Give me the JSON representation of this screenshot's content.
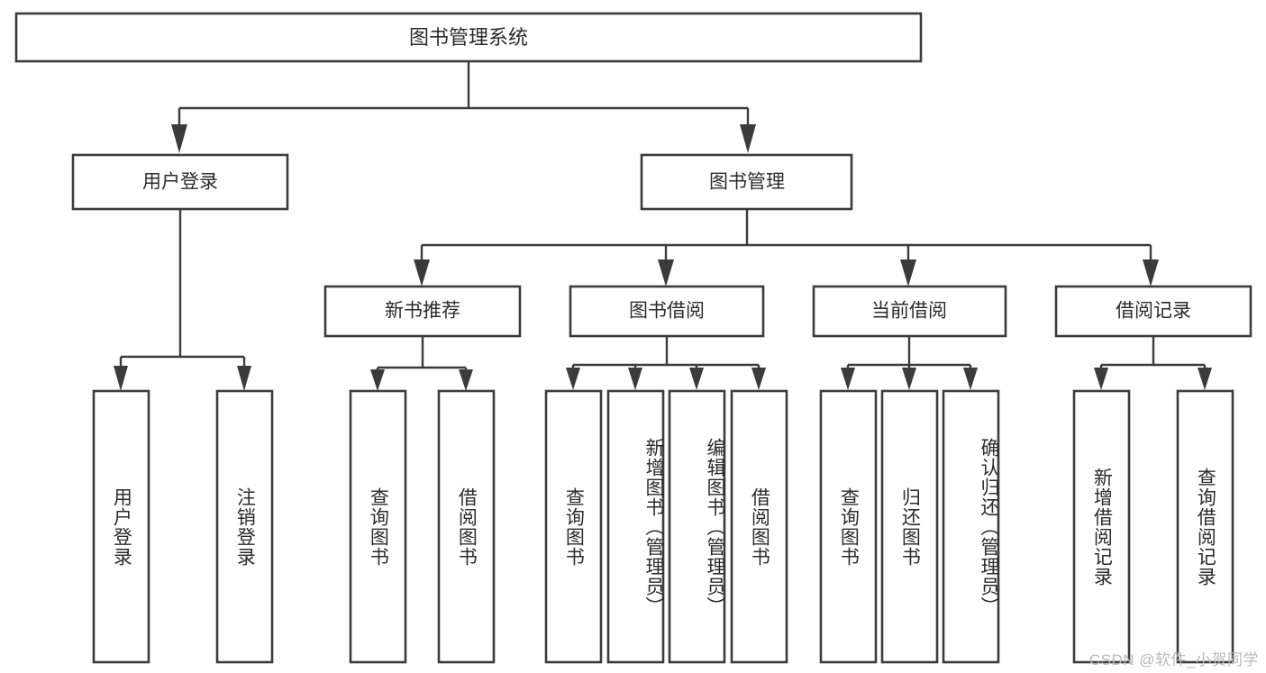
{
  "diagram": {
    "type": "hierarchy-tree",
    "title": "图书管理系统",
    "orientation": "top-down",
    "watermark": "CSDN @软件_小贺同学",
    "colors": {
      "box_stroke": "#3b3b3b",
      "box_fill": "#ffffff",
      "text": "#2b2b2b",
      "connector": "#3b3b3b",
      "background": "#ffffff",
      "watermark": "#b9b9b9"
    },
    "root": {
      "label": "图书管理系统",
      "children": [
        {
          "label": "用户登录",
          "children": [
            {
              "label": "用户登录"
            },
            {
              "label": "注销登录"
            }
          ]
        },
        {
          "label": "图书管理",
          "children": [
            {
              "label": "新书推荐",
              "children": [
                {
                  "label": "查询图书"
                },
                {
                  "label": "借阅图书"
                }
              ]
            },
            {
              "label": "图书借阅",
              "children": [
                {
                  "label": "查询图书"
                },
                {
                  "label": "新增图书（管理员）"
                },
                {
                  "label": "编辑图书（管理员）"
                },
                {
                  "label": "借阅图书"
                }
              ]
            },
            {
              "label": "当前借阅",
              "children": [
                {
                  "label": "查询图书"
                },
                {
                  "label": "归还图书"
                },
                {
                  "label": "确认归还（管理员）"
                }
              ]
            },
            {
              "label": "借阅记录",
              "children": [
                {
                  "label": "新增借阅记录"
                },
                {
                  "label": "查询借阅记录"
                }
              ]
            }
          ]
        }
      ]
    },
    "levels": {
      "level0": [
        "图书管理系统"
      ],
      "level1": [
        "用户登录",
        "图书管理"
      ],
      "level2": [
        "新书推荐",
        "图书借阅",
        "当前借阅",
        "借阅记录"
      ],
      "leaves": [
        "用户登录",
        "注销登录",
        "查询图书",
        "借阅图书",
        "查询图书",
        "新增图书（管理员）",
        "编辑图书（管理员）",
        "借阅图书",
        "查询图书",
        "归还图书",
        "确认归还（管理员）",
        "新增借阅记录",
        "查询借阅记录"
      ]
    }
  }
}
